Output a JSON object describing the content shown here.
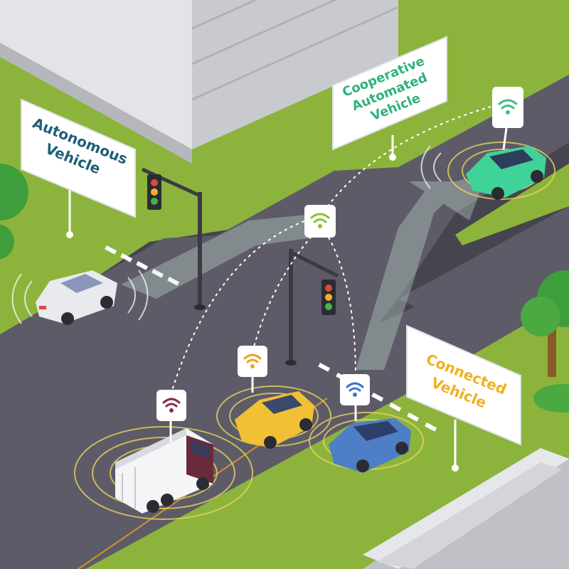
{
  "signs": {
    "autonomous": {
      "line1": "Autonomous",
      "line2": "Vehicle",
      "color": "#1f5f78"
    },
    "cooperative": {
      "line1": "Cooperative",
      "line2": "Automated",
      "line3": "Vehicle",
      "color": "#2fb27a"
    },
    "connected": {
      "line1": "Connected",
      "line2": "Vehicle",
      "color": "#f0b020"
    }
  },
  "colors": {
    "grass": "#8cb43c",
    "road": "#5d5b68",
    "building": "#d9dadd",
    "truck_cab": "#6a2a3a",
    "yellow_car": "#f2c035",
    "blue_car": "#4d7ec6",
    "green_car": "#3fd39a",
    "white_car": "#e8eaee",
    "wifi_truck": "#8a2c42",
    "wifi_yellow": "#e9a325",
    "wifi_blue": "#3b72c8",
    "wifi_green": "#3bbf7c",
    "wifi_center": "#86c32b"
  },
  "icons": [
    "wifi-icon",
    "traffic-light-icon",
    "tree-icon"
  ]
}
